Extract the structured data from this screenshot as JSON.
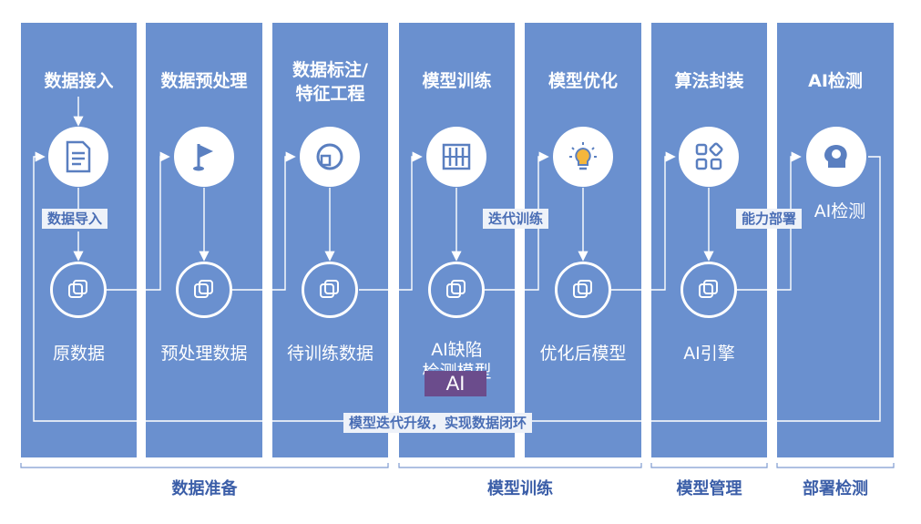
{
  "columns": [
    {
      "title": "数据接入",
      "mid_tag": "数据导入",
      "bottom": "原数据"
    },
    {
      "title": "数据预处理",
      "bottom": "预处理数据"
    },
    {
      "title": "数据标注/特征工程",
      "title_line1": "数据标注/",
      "title_line2": "特征工程",
      "bottom": "待训练数据"
    },
    {
      "title": "模型训练",
      "bottom_line1": "AI缺陷",
      "bottom_line2": "检测模型"
    },
    {
      "title": "模型优化",
      "mid_tag": "迭代训练",
      "bottom": "优化后模型"
    },
    {
      "title": "算法封装",
      "mid_tag": "能力部署",
      "bottom": "AI引擎"
    },
    {
      "title": "AI检测",
      "mid_label": "AI检测"
    }
  ],
  "ai_badge": "AI",
  "loop_label": "模型迭代升级，实现数据闭环",
  "phases": [
    "数据准备",
    "模型训练",
    "模型管理",
    "部署检测"
  ],
  "icons": [
    "document-icon",
    "flag-icon",
    "pie-chart-icon",
    "abacus-icon",
    "lightbulb-icon",
    "grid-shapes-icon",
    "brain-head-icon"
  ],
  "colors": {
    "column": "#6a90cf",
    "phase_text": "#3b5ea8",
    "badge": "#6b4c8c"
  }
}
